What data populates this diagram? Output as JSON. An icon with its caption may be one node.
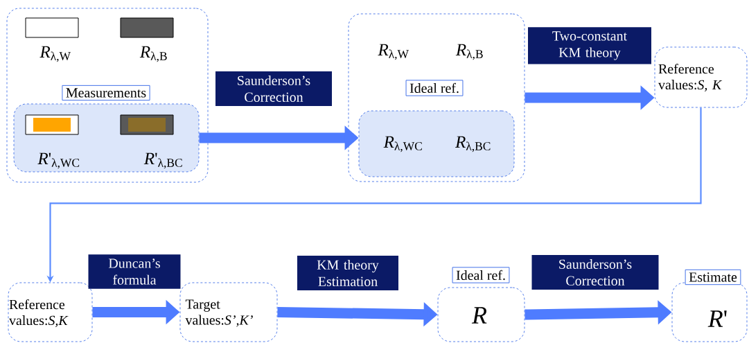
{
  "diagram": {
    "nodes": [
      {
        "text": [
          "*R*$_{λ,W}$",
          "*R*$_{λ,B}$",
          "Measurements"
        ]
      },
      {
        "text": [
          "*R*'$_{λ,WC}$",
          "*R*'$_{λ,BC}$"
        ],
        "in": 0
      },
      {
        "text": [
          "*R*$_{λ,W}$",
          "*R*$_{λ,B}$",
          "Ideal ref."
        ]
      },
      {
        "text": [
          "*R*$_{λ,WC}$",
          "*R*$_{λ,BC}$"
        ],
        "in": 2
      },
      {
        "text": [
          "Reference values:*S, K*"
        ]
      },
      {
        "text": [
          "Reference values:*S,K*"
        ]
      },
      {
        "text": [
          "Target values:*S’,K’*"
        ]
      },
      {
        "text": [
          "Ideal ref.",
          "*R*"
        ]
      },
      {
        "text": [
          "Estimate",
          "*R*'"
        ]
      }
    ],
    "edges": [
      {
        "from": 1,
        "to": 3,
        "arrow": "to",
        "label": "Saunderson’s Correction"
      },
      {
        "from": 2,
        "to": 4,
        "arrow": "to",
        "label": "Two-constant KM theory"
      },
      {
        "from": 4,
        "to": 5,
        "arrow": "to"
      },
      {
        "from": 5,
        "to": 6,
        "arrow": "to",
        "label": "Duncan’s formula"
      },
      {
        "from": 6,
        "to": 7,
        "arrow": "to",
        "label": "KM theory Estimation"
      },
      {
        "from": 7,
        "to": 8,
        "arrow": "to",
        "label": "Saunderson’s Correction"
      }
    ]
  }
}
